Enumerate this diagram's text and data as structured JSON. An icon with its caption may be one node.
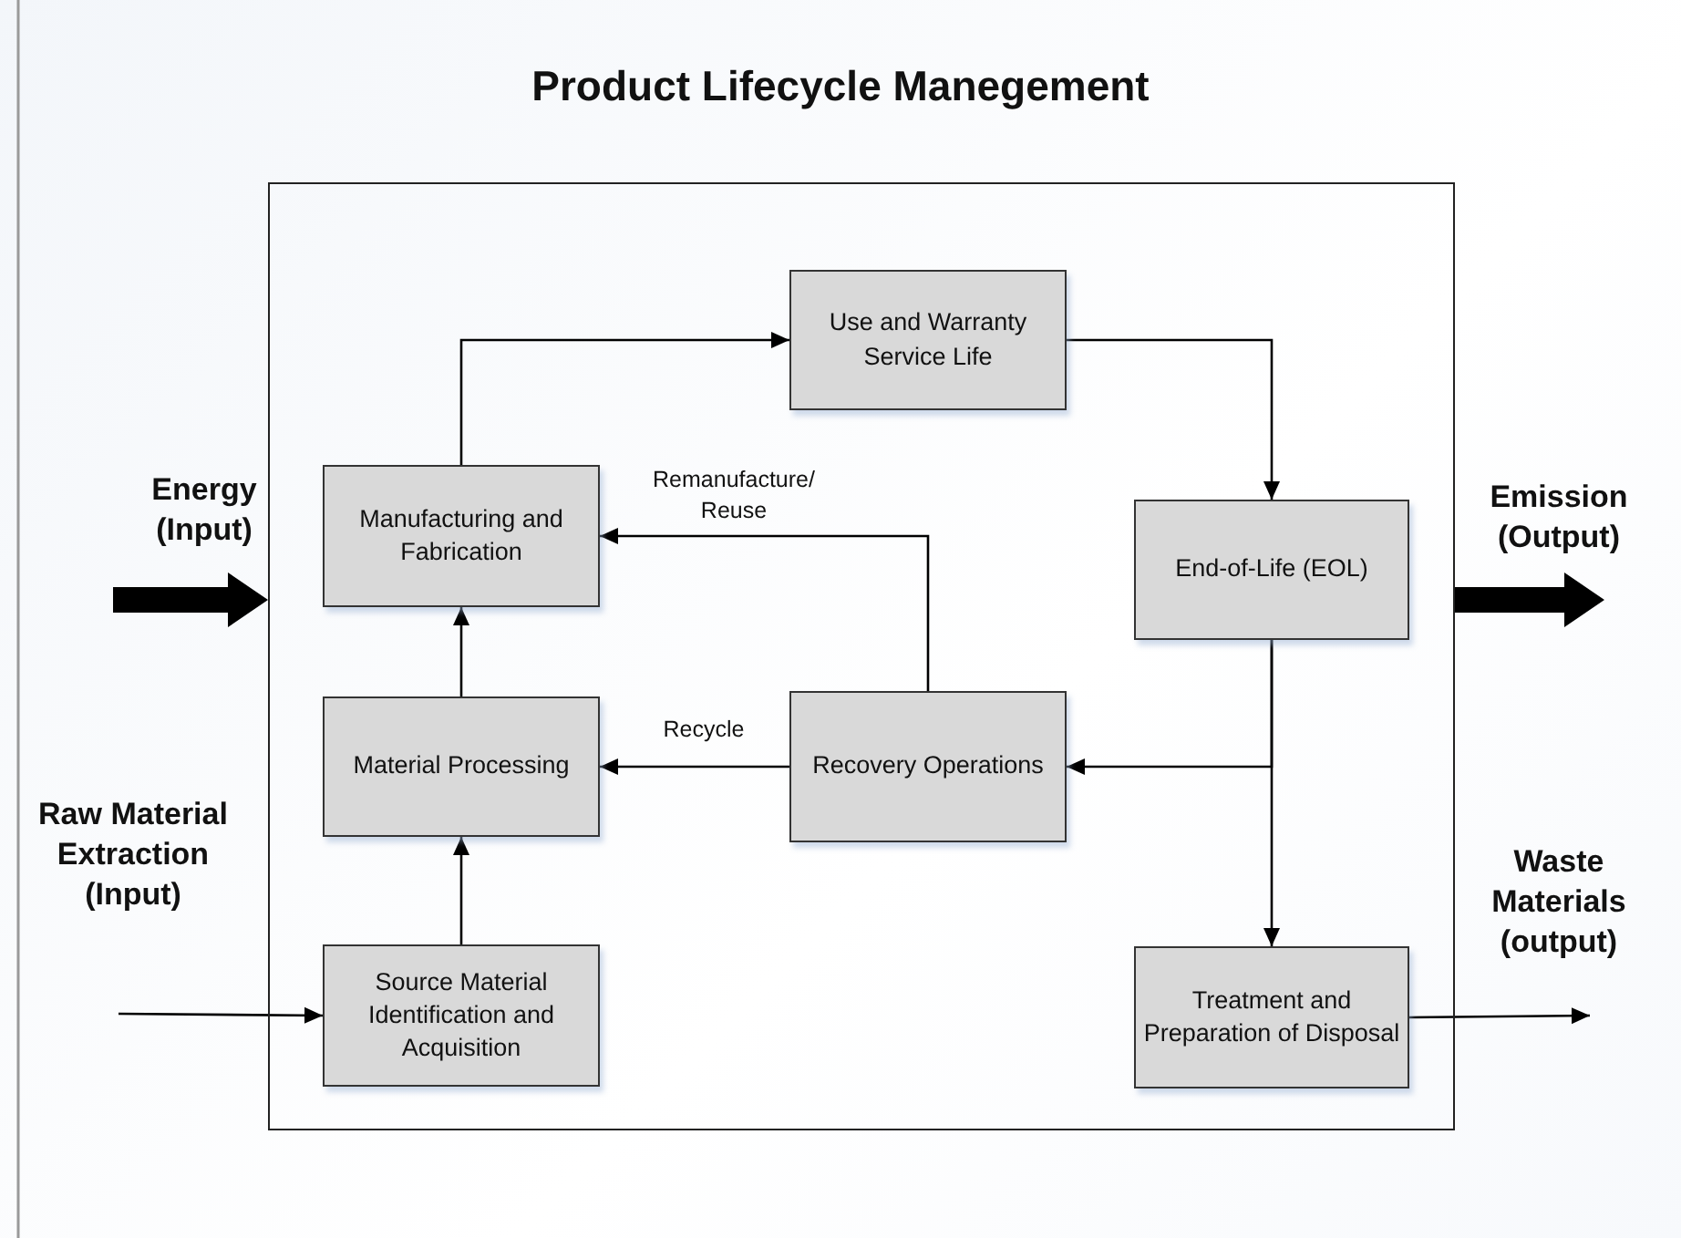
{
  "diagram": {
    "title": "Product Lifecycle Manegement",
    "nodes": [
      {
        "text": [],
        "shape": "box"
      },
      {
        "text": [
          "Use and Warranty Service Life"
        ],
        "in": 0
      },
      {
        "text": [
          "Manufacturing and Fabrication"
        ],
        "in": 0
      },
      {
        "text": [
          "End-of-Life (EOL)"
        ],
        "in": 0
      },
      {
        "text": [
          "Material Processing"
        ],
        "in": 0
      },
      {
        "text": [
          "Recovery Operations"
        ],
        "in": 0
      },
      {
        "text": [
          "Source Material Identification and Acquisition"
        ],
        "in": 0
      },
      {
        "text": [
          "Treatment and Preparation of Disposal"
        ],
        "in": 0
      }
    ],
    "edges": [
      {
        "from": 2,
        "to": 1,
        "arrow": "to"
      },
      {
        "from": 1,
        "to": 3,
        "arrow": "to"
      },
      {
        "from": 3,
        "to": 5,
        "arrow": "to"
      },
      {
        "from": 3,
        "to": 7,
        "arrow": "to"
      },
      {
        "from": 5,
        "to": 2,
        "arrow": "to",
        "label": "Remanufacture/ Reuse"
      },
      {
        "from": 5,
        "to": 4,
        "arrow": "to",
        "label": "Recycle"
      },
      {
        "from": 4,
        "to": 2,
        "arrow": "to"
      },
      {
        "from": 6,
        "to": 4,
        "arrow": "to"
      },
      {
        "from": null,
        "to": 0,
        "arrow": "to",
        "style": "thick"
      },
      {
        "from": 0,
        "to": null,
        "arrow": "to",
        "style": "thick"
      },
      {
        "from": null,
        "to": 6,
        "arrow": "to"
      },
      {
        "from": 7,
        "to": null,
        "arrow": "to"
      }
    ],
    "labels": [
      "Energy (Input)",
      "Emission (Output)",
      "Raw Material Extraction (Input)",
      "Waste Materials (output)"
    ]
  }
}
